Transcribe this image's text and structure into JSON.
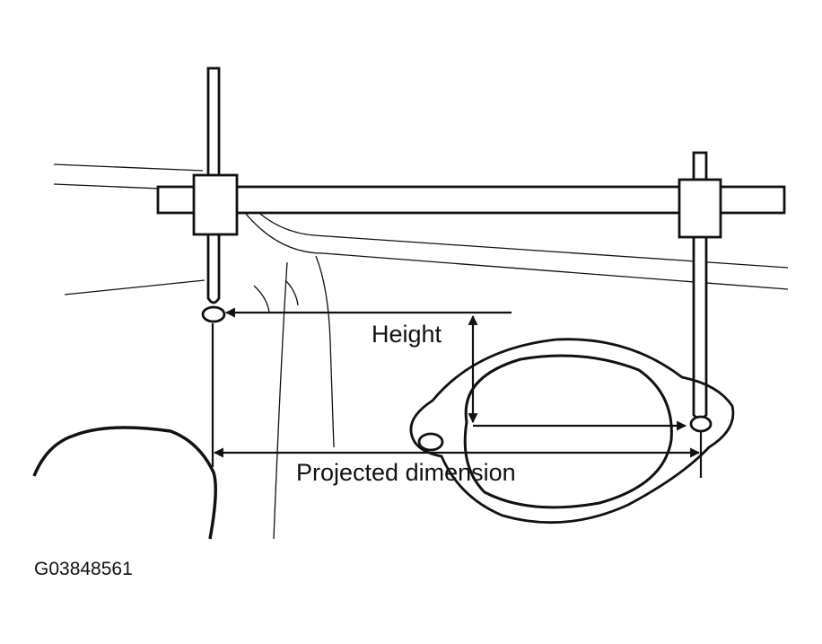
{
  "labels": {
    "height": "Height",
    "projected_dimension": "Projected dimension",
    "figure_id": "G03848561"
  },
  "colors": {
    "line": "#111111",
    "background": "#ffffff"
  }
}
